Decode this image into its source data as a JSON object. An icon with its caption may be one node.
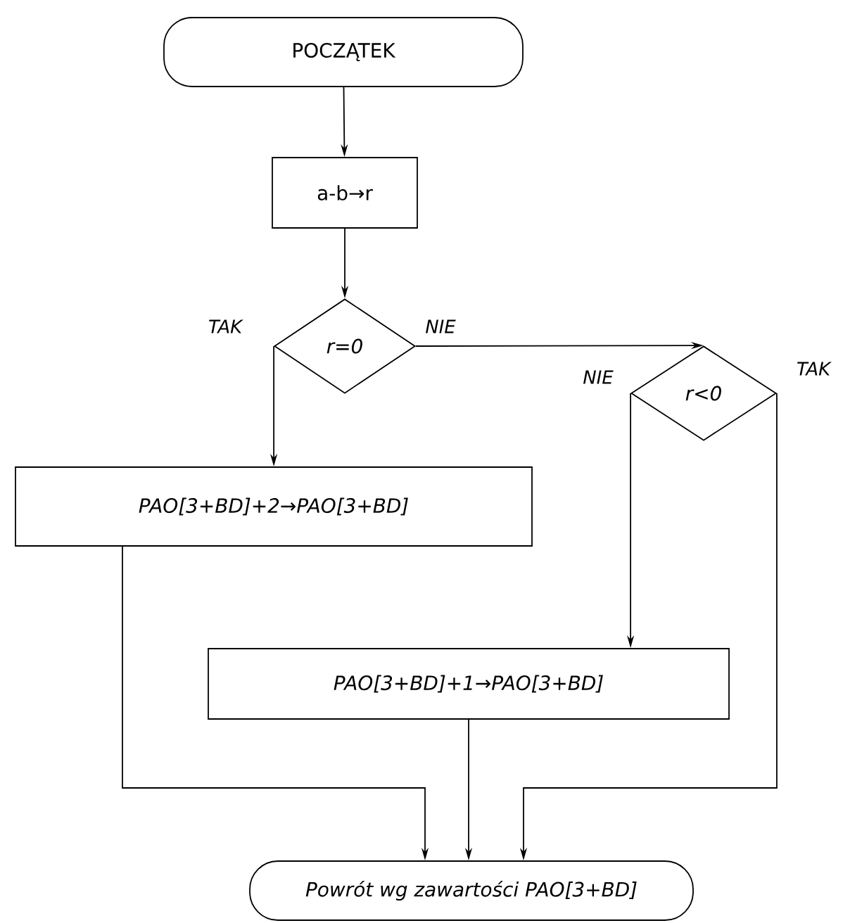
{
  "diagram": {
    "nodes": [
      {
        "text": [
          "POCZĄTEK"
        ]
      },
      {
        "text": [
          "a-b→r"
        ]
      },
      {
        "text": [
          "r=0"
        ]
      },
      {
        "text": [
          "r<0"
        ]
      },
      {
        "text": [
          "PAO[3+BD]+2→PAO[3+BD]"
        ]
      },
      {
        "text": [
          "PAO[3+BD]+1→PAO[3+BD]"
        ]
      },
      {
        "text": [
          "Powrót wg zawartości PAO[3+BD]"
        ]
      }
    ],
    "edges": [
      {
        "from": 0,
        "to": 1,
        "arrow": "to"
      },
      {
        "from": 1,
        "to": 2,
        "arrow": "to"
      },
      {
        "from": 2,
        "to": 4,
        "arrow": "to",
        "label": "TAK"
      },
      {
        "from": 2,
        "to": 3,
        "arrow": "to",
        "label": "NIE"
      },
      {
        "from": 3,
        "to": 5,
        "arrow": "to",
        "label": "NIE"
      },
      {
        "from": 3,
        "to": 6,
        "arrow": "to",
        "label": "TAK"
      },
      {
        "from": 4,
        "to": 6,
        "arrow": "to"
      },
      {
        "from": 5,
        "to": 6,
        "arrow": "to"
      }
    ]
  }
}
